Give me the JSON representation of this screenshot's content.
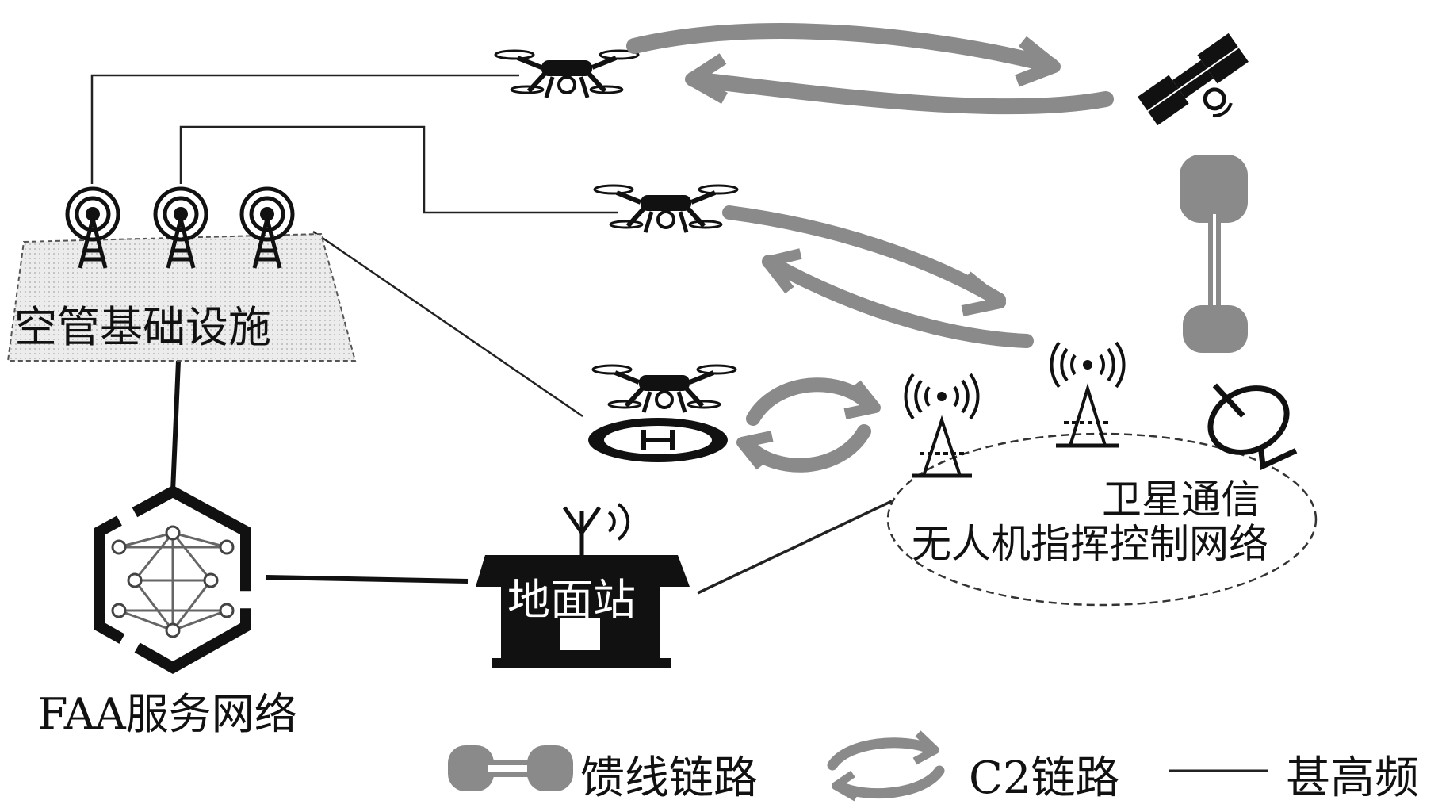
{
  "labels": {
    "atm_infrastructure": "空管基础设施",
    "faa_network": "FAA服务网络",
    "ground_station": "地面站",
    "satellite_comm": "卫星通信",
    "uav_c2_network": "无人机指挥控制网络"
  },
  "legend": {
    "feeder_link": "馈线链路",
    "c2_link": "C2链路",
    "vhf": "甚高频"
  },
  "colors": {
    "link_gray": "#8a8a8a",
    "line_black": "#222222",
    "icon_black": "#111111",
    "panel_fill": "#e8e8e8"
  }
}
